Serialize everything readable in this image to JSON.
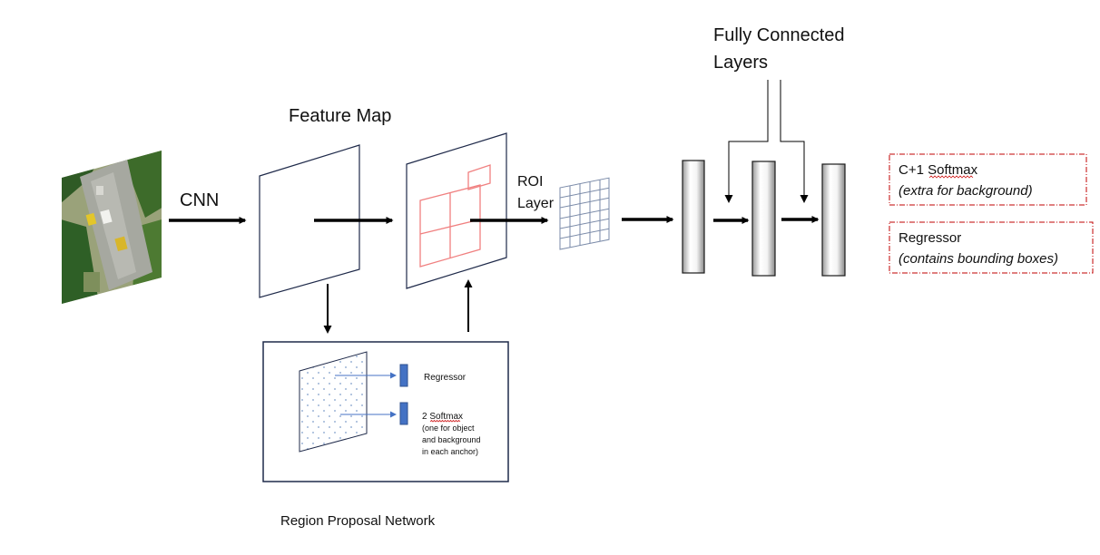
{
  "labels": {
    "cnn": "CNN",
    "feature_map": "Feature Map",
    "roi_layer_line1": "ROI",
    "roi_layer_line2": "Layer",
    "fc_layers_line1": "Fully Connected",
    "fc_layers_line2": "Layers",
    "region_proposal_network": "Region Proposal Network"
  },
  "rpn": {
    "regressor": "Regressor",
    "softmax": "2 Softmax",
    "softmax_note_lines": [
      "(one for object",
      "and background",
      "in each anchor)"
    ]
  },
  "outputs": {
    "softmax_title": "C+1 Softmax",
    "softmax_note": "(extra for background)",
    "regressor_title": "Regressor",
    "regressor_note": "(contains bounding boxes)"
  },
  "colors": {
    "frame_stroke": "#1f2a4a",
    "proposal_red": "#f08080",
    "dashed_red": "#c00000",
    "rpn_blue": "#4472c4",
    "grid_stroke": "#7a8aa8"
  }
}
